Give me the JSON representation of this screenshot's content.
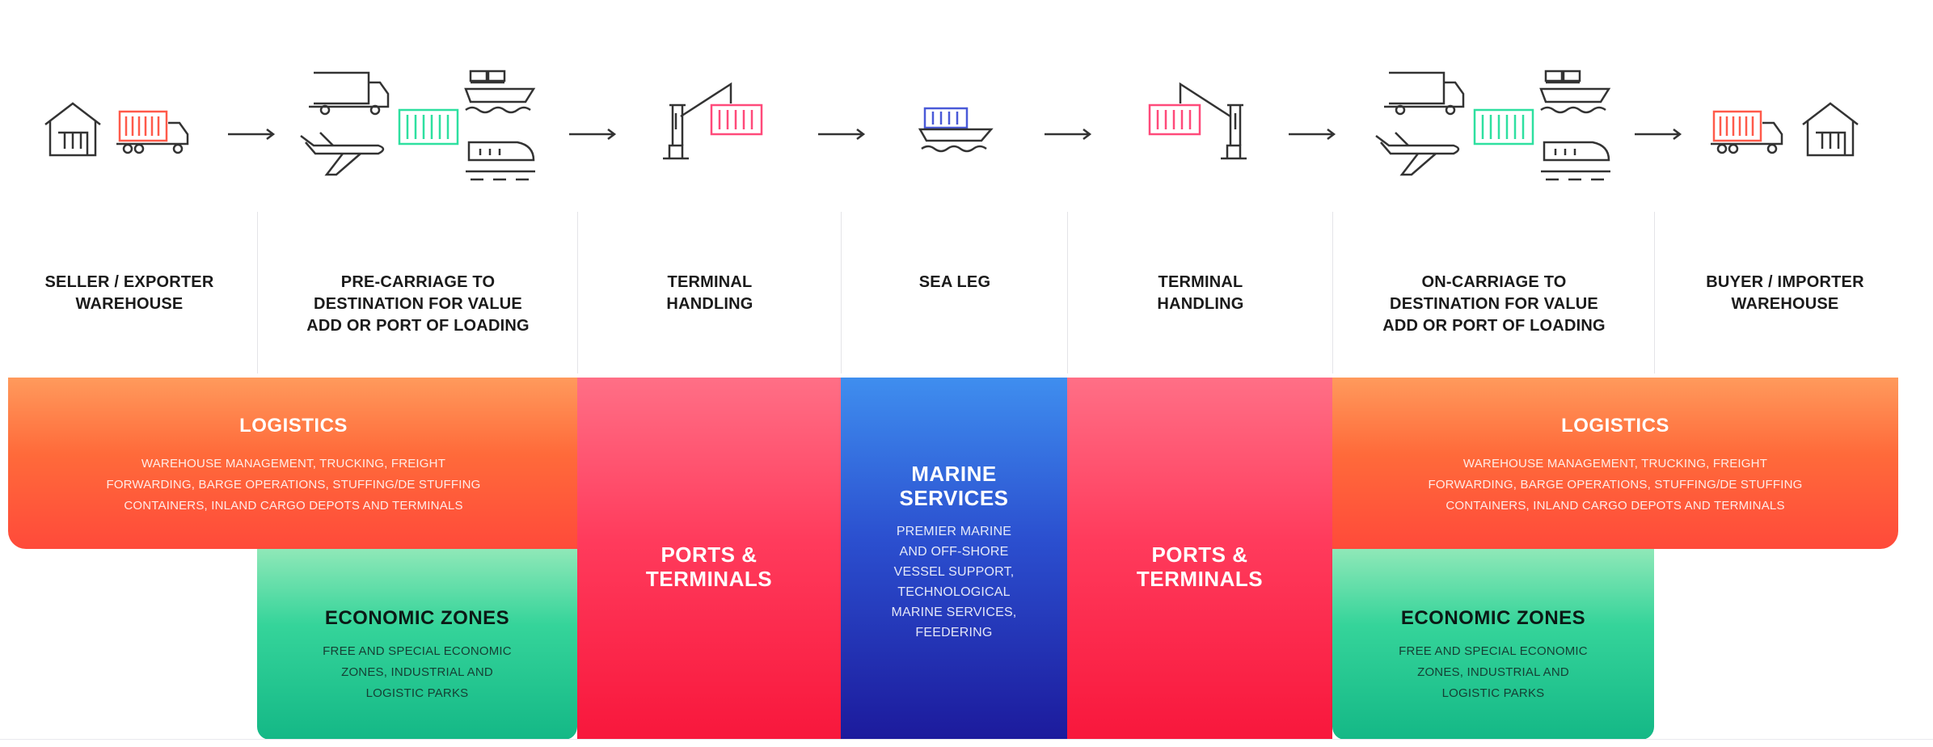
{
  "stages": [
    {
      "label": "SELLER / EXPORTER\nWAREHOUSE"
    },
    {
      "label": "PRE-CARRIAGE TO\nDESTINATION FOR VALUE\nADD OR PORT OF LOADING"
    },
    {
      "label": "TERMINAL\nHANDLING"
    },
    {
      "label": "SEA LEG"
    },
    {
      "label": "TERMINAL\nHANDLING"
    },
    {
      "label": "ON-CARRIAGE TO\nDESTINATION FOR VALUE\nADD OR PORT OF LOADING"
    },
    {
      "label": "BUYER / IMPORTER\nWAREHOUSE"
    }
  ],
  "blocks": {
    "logistics_left": {
      "title": "LOGISTICS",
      "desc": "WAREHOUSE MANAGEMENT, TRUCKING, FREIGHT\nFORWARDING, BARGE OPERATIONS, STUFFING/DE  STUFFING\nCONTAINERS, INLAND CARGO DEPOTS AND TERMINALS"
    },
    "logistics_right": {
      "title": "LOGISTICS",
      "desc": "WAREHOUSE MANAGEMENT, TRUCKING, FREIGHT\nFORWARDING, BARGE OPERATIONS, STUFFING/DE  STUFFING\nCONTAINERS, INLAND CARGO DEPOTS AND TERMINALS"
    },
    "ports_left": {
      "title": "PORTS &\nTERMINALS"
    },
    "ports_right": {
      "title": "PORTS &\nTERMINALS"
    },
    "marine": {
      "title": "MARINE\nSERVICES",
      "desc": "PREMIER MARINE\nAND OFF-SHORE\nVESSEL SUPPORT,\nTECHNOLOGICAL\nMARINE SERVICES,\nFEEDERING"
    },
    "ez_left": {
      "title": "ECONOMIC ZONES",
      "desc": "FREE AND SPECIAL ECONOMIC\nZONES, INDUSTRIAL AND\nLOGISTIC PARKS"
    },
    "ez_right": {
      "title": "ECONOMIC ZONES",
      "desc": "FREE AND SPECIAL ECONOMIC\nZONES, INDUSTRIAL AND\nLOGISTIC PARKS"
    }
  },
  "icons": [
    "warehouse-icon",
    "container-truck-icon",
    "arrow-right-icon",
    "truck-icon",
    "airplane-icon",
    "container-icon",
    "cargo-ship-icon",
    "train-icon",
    "crane-icon",
    "container-icon",
    "ship-icon",
    "crane-icon",
    "truck-icon",
    "airplane-icon",
    "container-icon",
    "cargo-ship-icon",
    "train-icon",
    "container-truck-icon",
    "warehouse-icon"
  ],
  "colors": {
    "logistics": "#ff5a3a",
    "ports": "#f8173c",
    "marine": "#1c1a9c",
    "economic_zones": "#14b886",
    "icon_line": "#333333",
    "icon_red_accent": "#ff5a4a",
    "icon_green_accent": "#2ee0a0",
    "icon_pink_accent": "#ff4a7a",
    "icon_blue_accent": "#4a5ad8"
  }
}
